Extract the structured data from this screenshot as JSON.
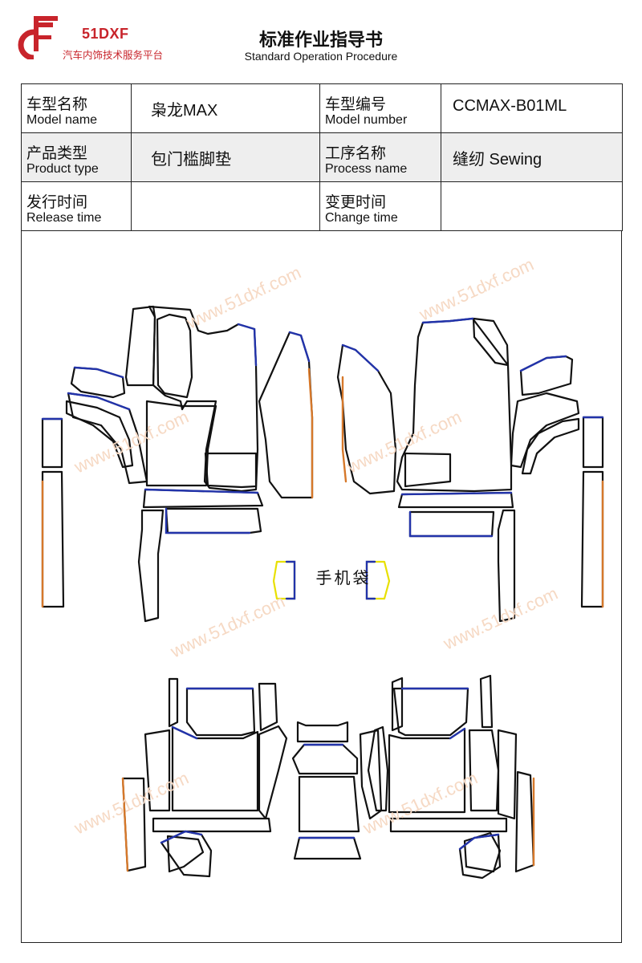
{
  "header": {
    "logo_text": "51DXF",
    "logo_subtitle": "汽车内饰技术服务平台",
    "title": "标准作业指导书",
    "subtitle": "Standard Operation Procedure"
  },
  "info_table": {
    "model_name_cn": "车型名称",
    "model_name_en": "Model name",
    "model_name_value": "枭龙MAX",
    "model_number_cn": "车型编号",
    "model_number_en": "Model number",
    "model_number_value": "CCMAX-B01ML",
    "product_type_cn": "产品类型",
    "product_type_en": "Product type",
    "product_type_value": "包门槛脚垫",
    "process_name_cn": "工序名称",
    "process_name_en": "Process name",
    "process_name_value": "缝纫 Sewing",
    "release_time_cn": "发行时间",
    "release_time_en": "Release time",
    "release_time_value": "",
    "change_time_cn": "变更时间",
    "change_time_en": "Change time",
    "change_time_value": ""
  },
  "drawing": {
    "phone_pocket_label": "手机袋",
    "watermark": "www.51dxf.com",
    "edge_colors": {
      "outline": "#111111",
      "blue": "#2233aa",
      "orange": "#d6782a",
      "yellow": "#e8e000"
    }
  }
}
